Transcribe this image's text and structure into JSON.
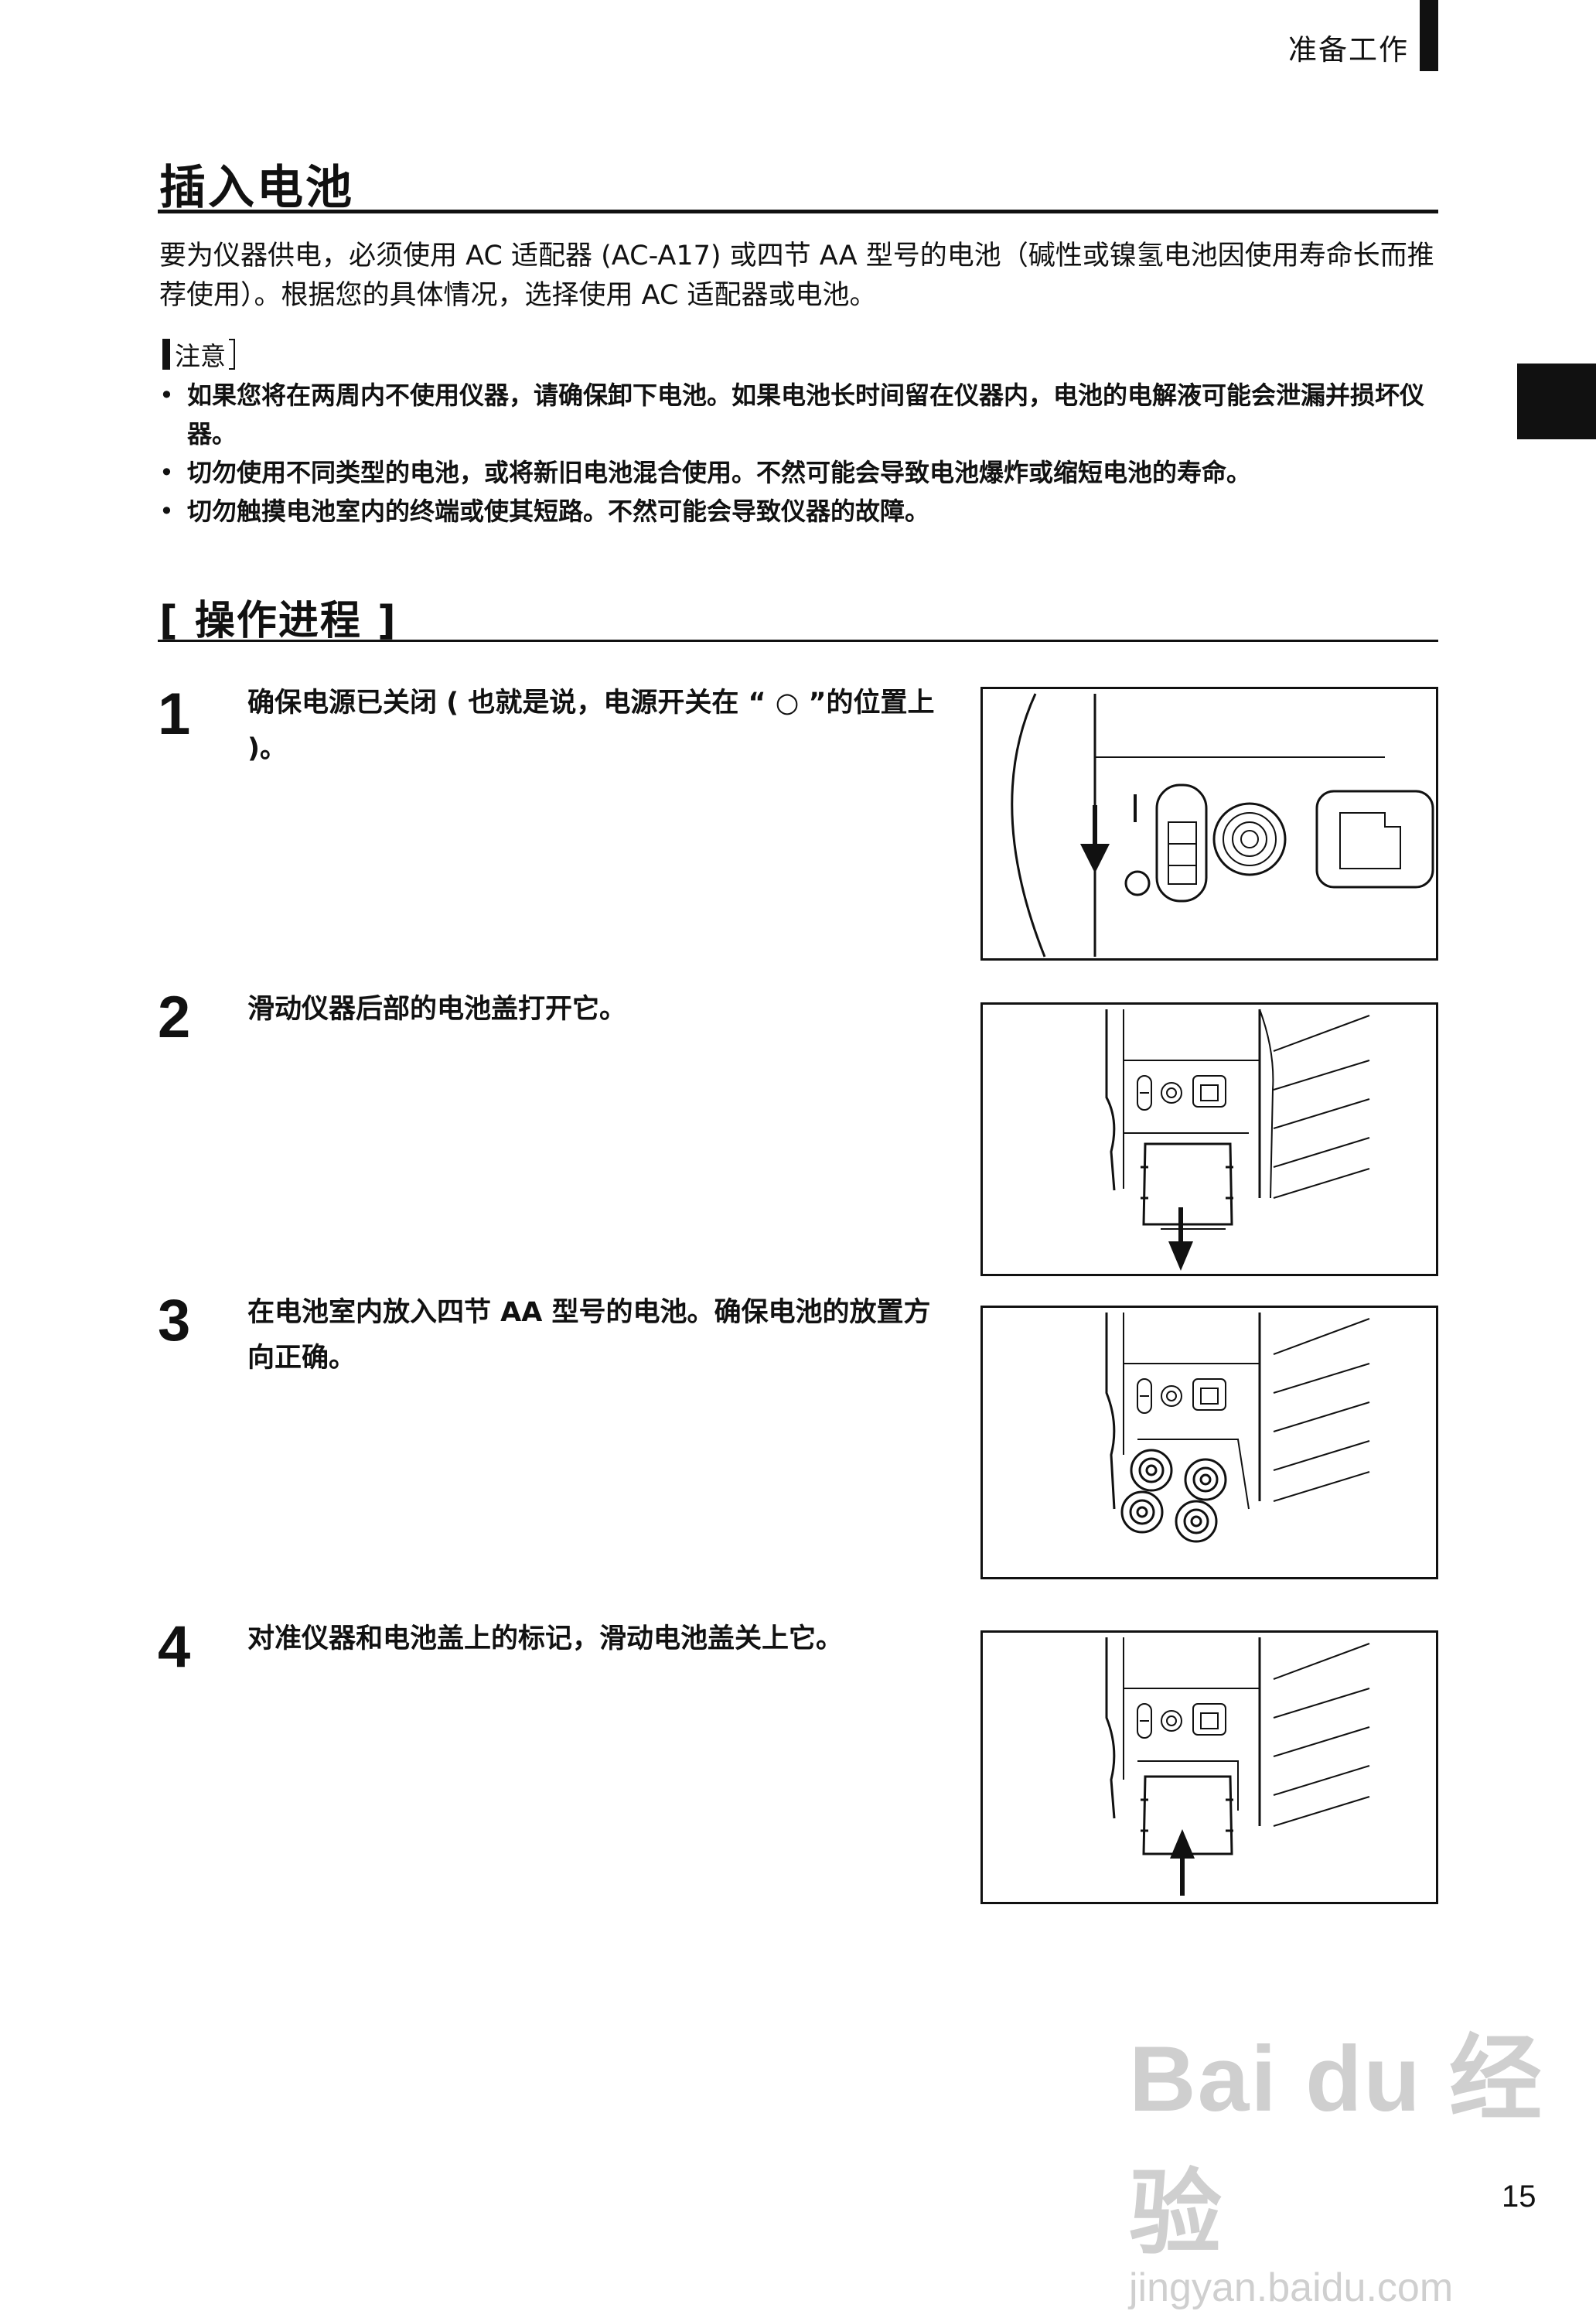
{
  "header": {
    "section": "准备工作"
  },
  "title": "插入电池",
  "intro": "要为仪器供电，必须使用 AC 适配器 (AC-A17) 或四节 AA 型号的电池（碱性或镍氢电池因使用寿命长而推荐使用）。根据您的具体情况，选择使用 AC 适配器或电池。",
  "note": {
    "label": "注意",
    "items": [
      "如果您将在两周内不使用仪器，请确保卸下电池。如果电池长时间留在仪器内，电池的电解液可能会泄漏并损坏仪器。",
      "切勿使用不同类型的电池，或将新旧电池混合使用。不然可能会导致电池爆炸或缩短电池的寿命。",
      "切勿触摸电池室内的终端或使其短路。不然可能会导致仪器的故障。"
    ]
  },
  "procedure": {
    "title": "[ 操作进程 ]",
    "steps": [
      {
        "number": "1",
        "text": "确保电源已关闭 ( 也就是说，电源开关在 “ ○ ”的位置上 )。"
      },
      {
        "number": "2",
        "text": "滑动仪器后部的电池盖打开它。"
      },
      {
        "number": "3",
        "text": "在电池室内放入四节 AA 型号的电池。确保电池的放置方向正确。"
      },
      {
        "number": "4",
        "text": "对准仪器和电池盖上的标记，滑动电池盖关上它。"
      }
    ]
  },
  "watermark": {
    "brand": "Bai du 经验",
    "url": "jingyan.baidu.com"
  },
  "page_number": "15"
}
